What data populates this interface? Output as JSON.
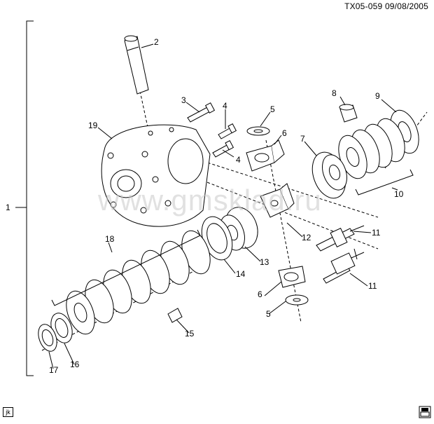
{
  "header": {
    "code": "TX05-059",
    "date": "09/08/2005"
  },
  "watermark": "www.gmsklad.ru",
  "corner_tag": "jk",
  "callouts": {
    "c1": "1",
    "c2": "2",
    "c3": "3",
    "c4a": "4",
    "c4b": "4",
    "c5a": "5",
    "c5b": "5",
    "c6a": "6",
    "c6b": "6",
    "c7": "7",
    "c8": "8",
    "c9": "9",
    "c10": "10",
    "c11a": "11",
    "c11b": "11",
    "c12": "12",
    "c13": "13",
    "c14": "14",
    "c15": "15",
    "c16": "16",
    "c17": "17",
    "c18": "18",
    "c19": "19"
  },
  "colors": {
    "line": "#000000",
    "watermark": "#c9c9c9"
  }
}
